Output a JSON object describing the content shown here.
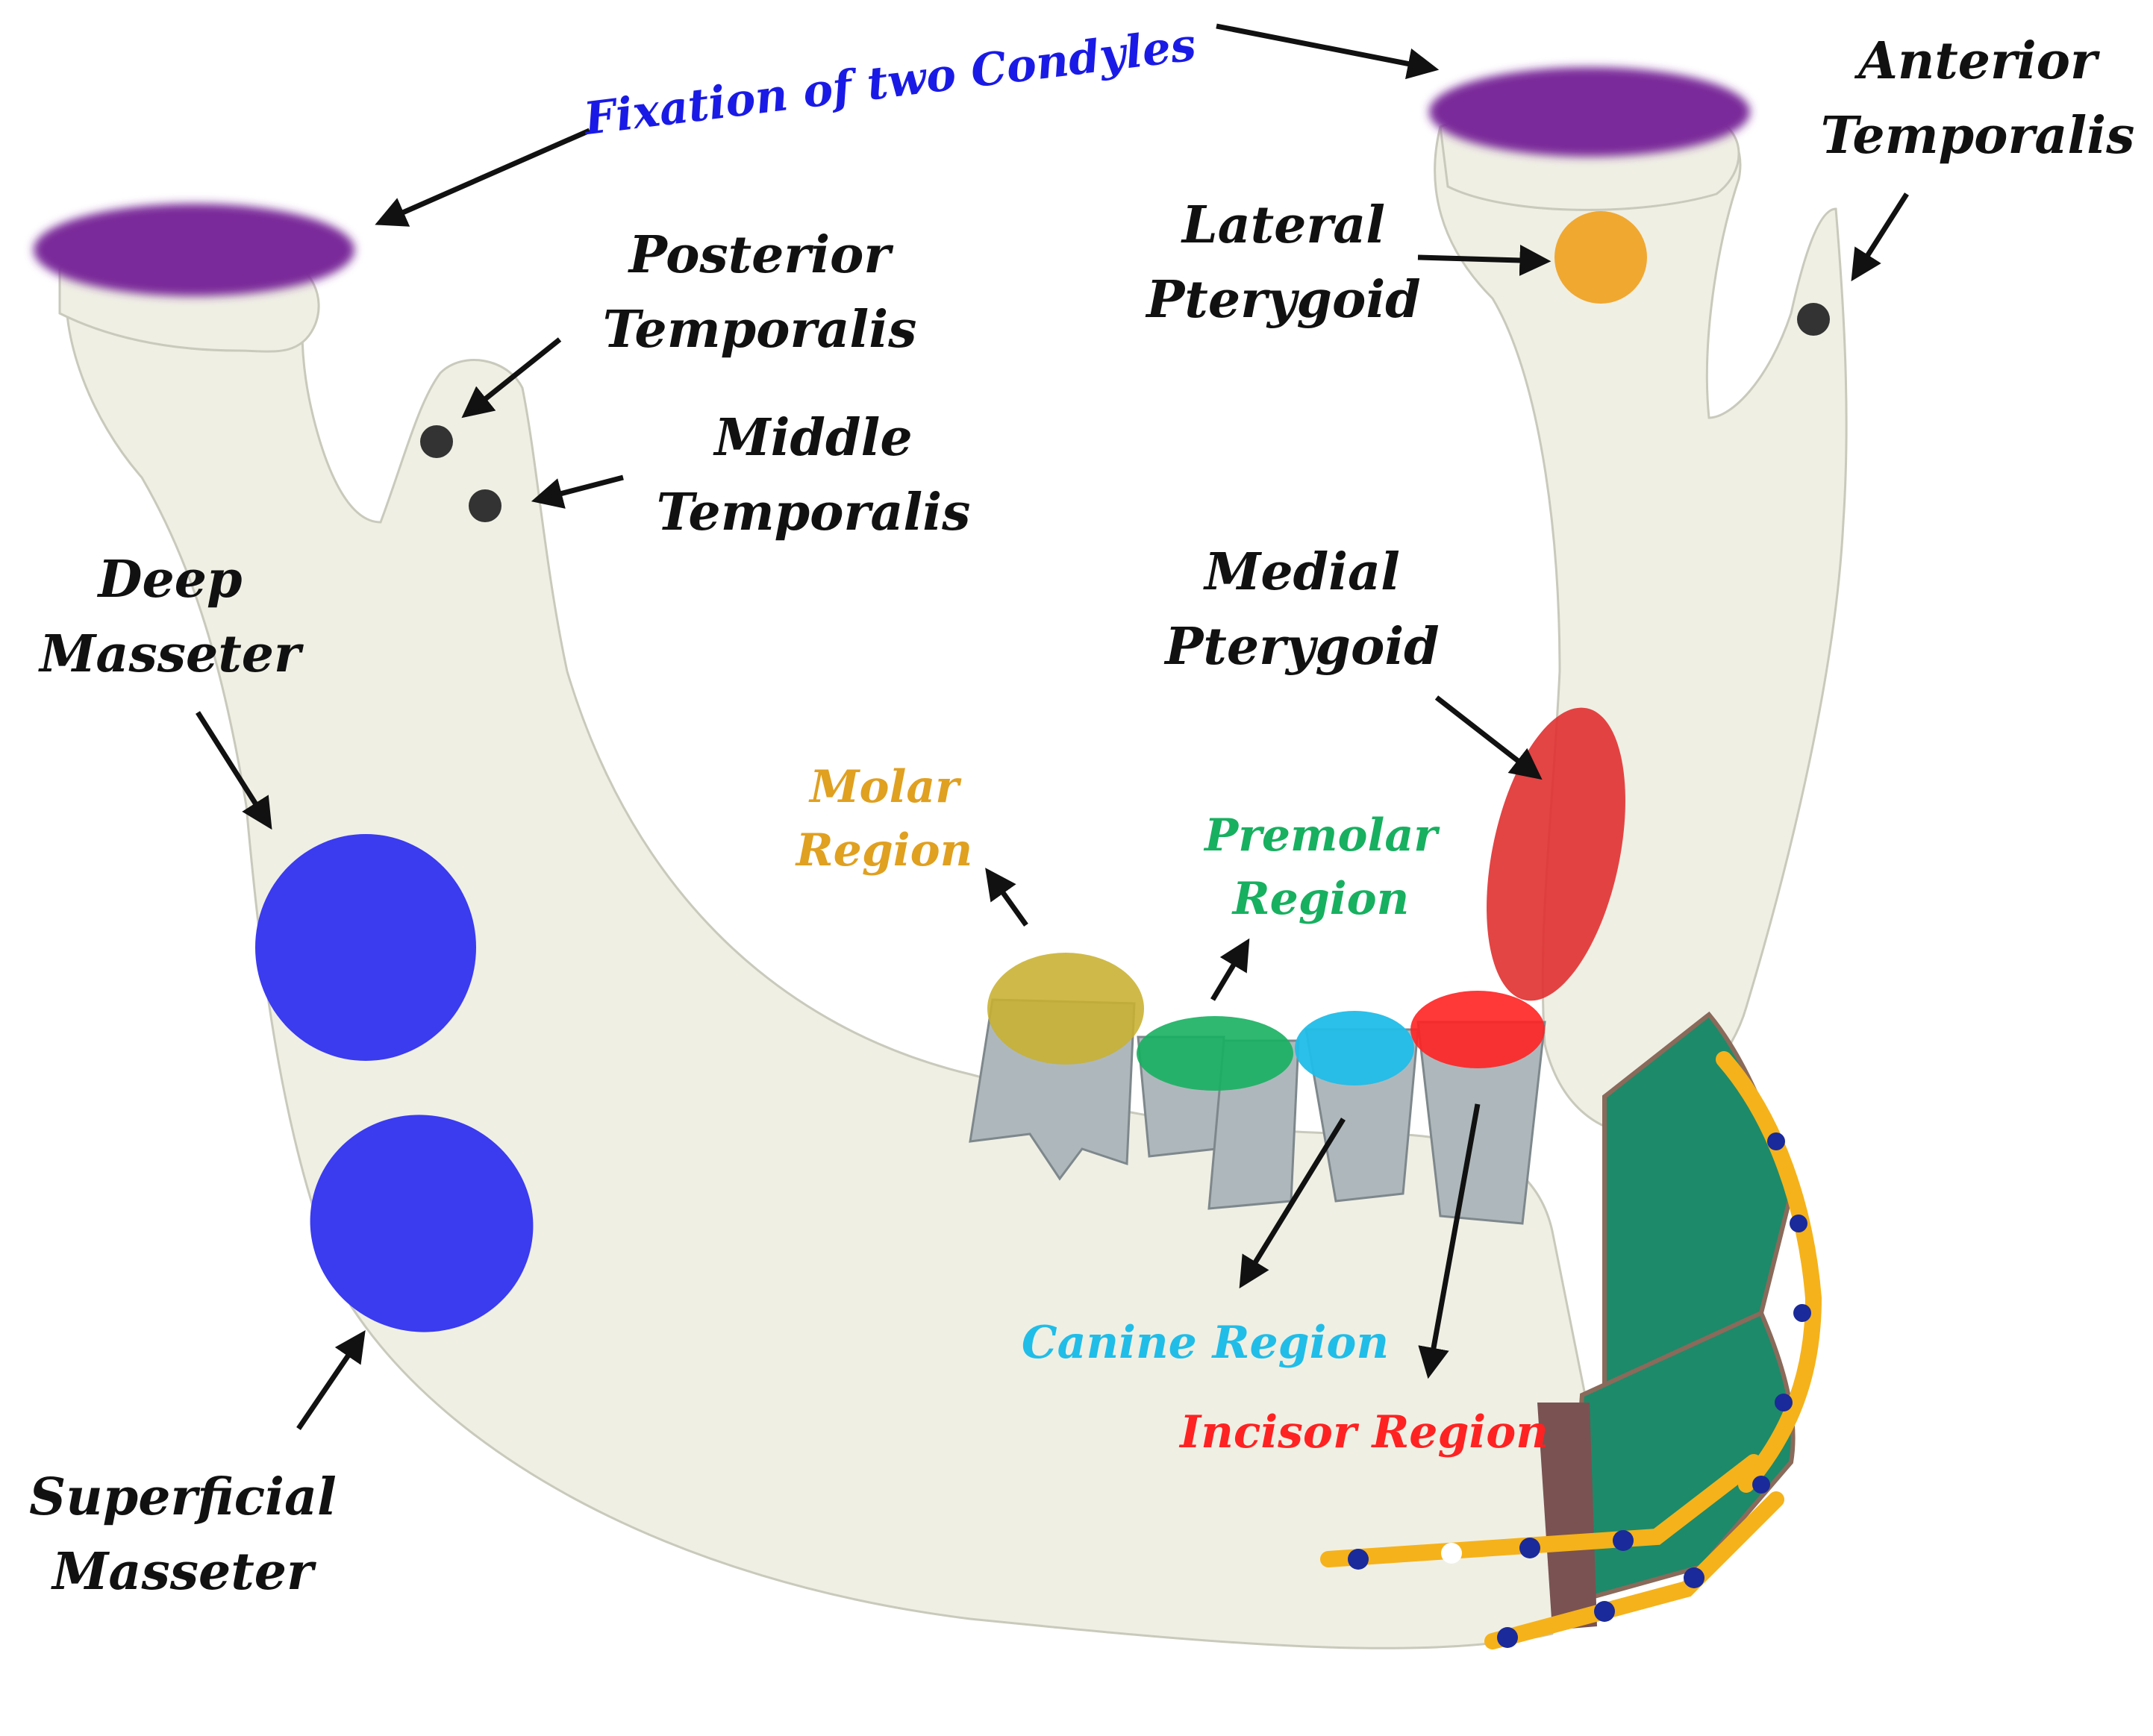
{
  "labels": {
    "fixation": "Fixation of two Condyles",
    "anterior_temporalis": [
      "Anterior",
      "Temporalis"
    ],
    "posterior_temporalis": [
      "Posterior",
      "Temporalis"
    ],
    "middle_temporalis": [
      "Middle",
      "Temporalis"
    ],
    "lateral_pterygoid": [
      "Lateral",
      "Pterygoid"
    ],
    "medial_pterygoid": [
      "Medial",
      "Pterygoid"
    ],
    "deep_masseter": [
      "Deep",
      "Masseter"
    ],
    "superficial_masseter": [
      "Superficial",
      "Masseter"
    ],
    "molar_region": [
      "Molar",
      "Region"
    ],
    "premolar_region": [
      "Premolar",
      "Region"
    ],
    "canine_region": "Canine Region",
    "incisor_region": "Incisor Region"
  },
  "colors": {
    "fixation_text": "#1a1ae6",
    "condyle_fixation": "#7a2a9a",
    "masseter": "#3b3bf0",
    "medial_pterygoid": "#e03030",
    "lateral_pterygoid": "#f0a830",
    "molar": "#c8b030",
    "premolar": "#17b060",
    "canine": "#20bde8",
    "incisor": "#ff2222",
    "bone": "#efefe4",
    "teeth": "#aeb8bc",
    "implant": "#1d8a6a",
    "plate": "#f5b21a",
    "screw": "#1a2a9a"
  }
}
